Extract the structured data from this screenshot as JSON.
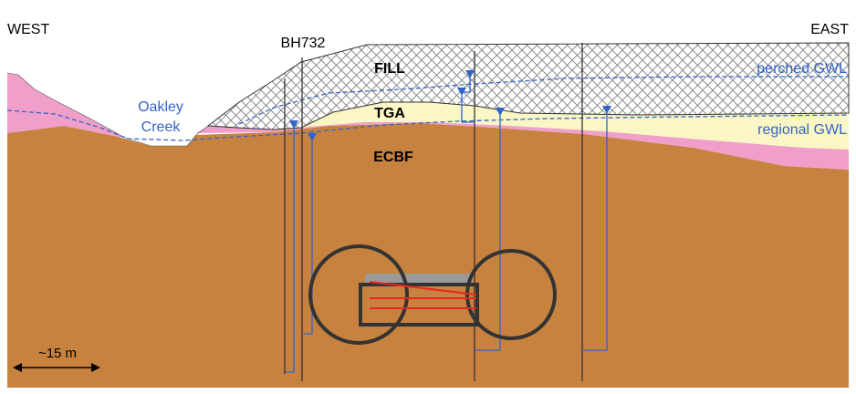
{
  "labels": {
    "west": "WEST",
    "east": "EAST",
    "borehole": "BH732",
    "creek_line1": "Oakley",
    "creek_line2": "Creek",
    "fill": "FILL",
    "tga": "TGA",
    "ecbf": "ECBF",
    "perched_gwl": "perched GWL",
    "regional_gwl": "regional GWL",
    "scale": "~15 m"
  },
  "colors": {
    "ecbf_brown": "#c8823f",
    "pink_layer": "#ef9fc9",
    "tga_yellow": "#fbf6c5",
    "fill_hatch": "#7a7a7a",
    "gwl_blue": "#3264c8",
    "tunnel_outline": "#333333",
    "fracture_red": "#e8281e"
  },
  "icons": {
    "water_level": "inverted-triangle-marker",
    "scale_arrow": "double-headed-arrow"
  }
}
